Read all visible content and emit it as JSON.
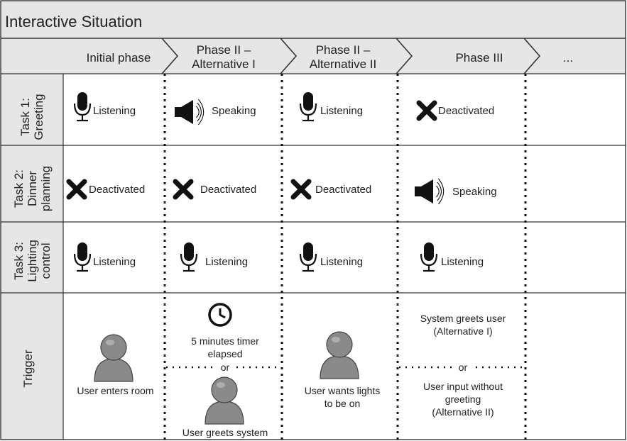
{
  "title": "Interactive Situation",
  "phases": [
    "Initial phase",
    "Phase II –\nAlternative I",
    "Phase II –\nAlternative II",
    "Phase III",
    "..."
  ],
  "rows": [
    {
      "label": "Task 1:\nGreeting",
      "cells": [
        {
          "icon": "microphone-icon",
          "text": "Listening"
        },
        {
          "icon": "speaker-icon",
          "text": "Speaking"
        },
        {
          "icon": "microphone-icon",
          "text": "Listening"
        },
        {
          "icon": "cross-icon",
          "text": "Deactivated"
        }
      ]
    },
    {
      "label": "Task 2:\nDinner\nplanning",
      "cells": [
        {
          "icon": "cross-icon",
          "text": "Deactivated"
        },
        {
          "icon": "cross-icon",
          "text": "Deactivated"
        },
        {
          "icon": "cross-icon",
          "text": "Deactivated"
        },
        {
          "icon": "speaker-icon",
          "text": "Speaking"
        }
      ]
    },
    {
      "label": "Task 3:\nLighting\ncontrol",
      "cells": [
        {
          "icon": "microphone-icon",
          "text": "Listening"
        },
        {
          "icon": "microphone-icon",
          "text": "Listening"
        },
        {
          "icon": "microphone-icon",
          "text": "Listening"
        },
        {
          "icon": "microphone-icon",
          "text": "Listening"
        }
      ]
    }
  ],
  "trigger": {
    "label": "Trigger",
    "initial": "User enters room",
    "phase2a_top": "5 minutes timer\nelapsed",
    "or": "or",
    "phase2a_bottom": "User greets system",
    "phase2b": "User wants lights\nto be on",
    "phase3_top": "System greets user\n(Alternative I)",
    "phase3_bottom": "User input without\ngreeting\n(Alternative II)"
  },
  "icons": [
    "microphone-icon",
    "speaker-icon",
    "cross-icon",
    "clock-icon",
    "user-icon"
  ],
  "colors": {
    "header_bg": "#e6e6e6",
    "line": "#333333",
    "person": "#8a8a8a"
  }
}
